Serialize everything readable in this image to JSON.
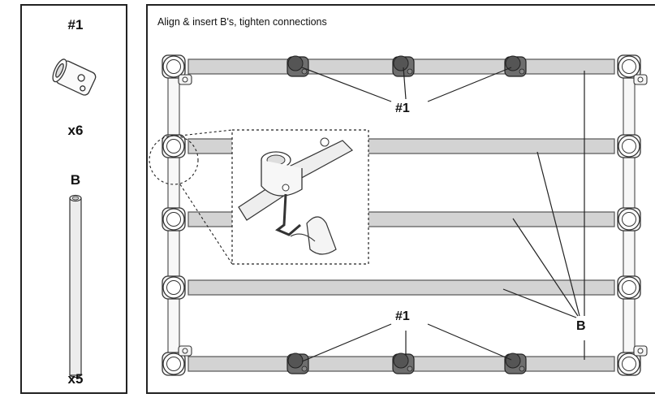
{
  "parts": {
    "connector_id": "#1",
    "connector_qty": "x6",
    "pipe_id": "B",
    "pipe_qty": "x5"
  },
  "step": {
    "instruction": "Align & insert B's, tighten connections",
    "callout_top": "#1",
    "callout_bottom": "#1",
    "callout_pipes": "B"
  },
  "colors": {
    "pipe": "#d3d3d3",
    "pipe_outline": "#555555",
    "new_connector": "#6e6e6e",
    "fitting": "#f4f4f4",
    "line": "#222222"
  }
}
